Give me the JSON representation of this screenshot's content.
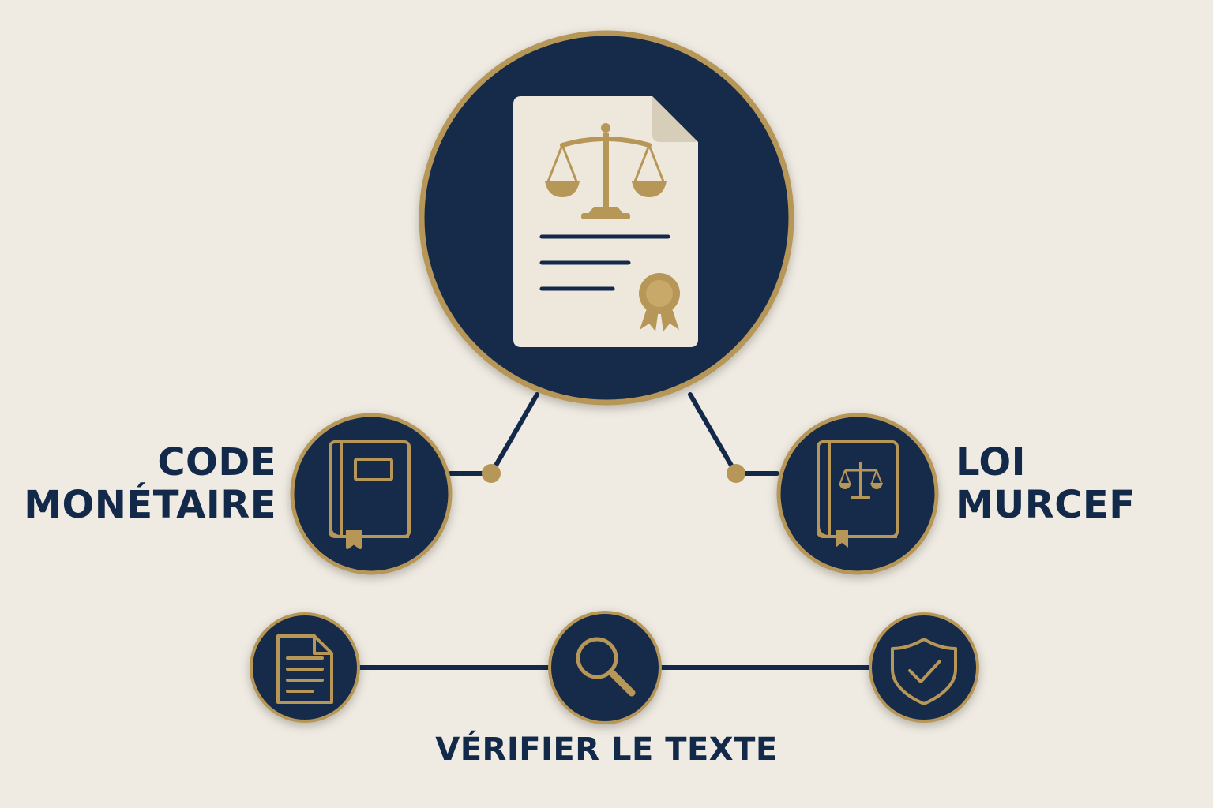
{
  "colors": {
    "background": "#efebe2",
    "navy": "#13294a",
    "gold": "#b79758",
    "paper": "#eee8dc"
  },
  "central_node": {
    "icon": "legal-document-scales-seal-icon"
  },
  "left_node": {
    "icon": "book-icon",
    "label_line1": "CODE",
    "label_line2": "MONÉTAIRE"
  },
  "right_node": {
    "icon": "law-book-scales-icon",
    "label_line1": "LOI",
    "label_line2": "MURCEF"
  },
  "process_steps": [
    {
      "icon": "document-icon"
    },
    {
      "icon": "magnifier-icon"
    },
    {
      "icon": "shield-check-icon"
    }
  ],
  "process_label": "VÉRIFIER LE TEXTE"
}
